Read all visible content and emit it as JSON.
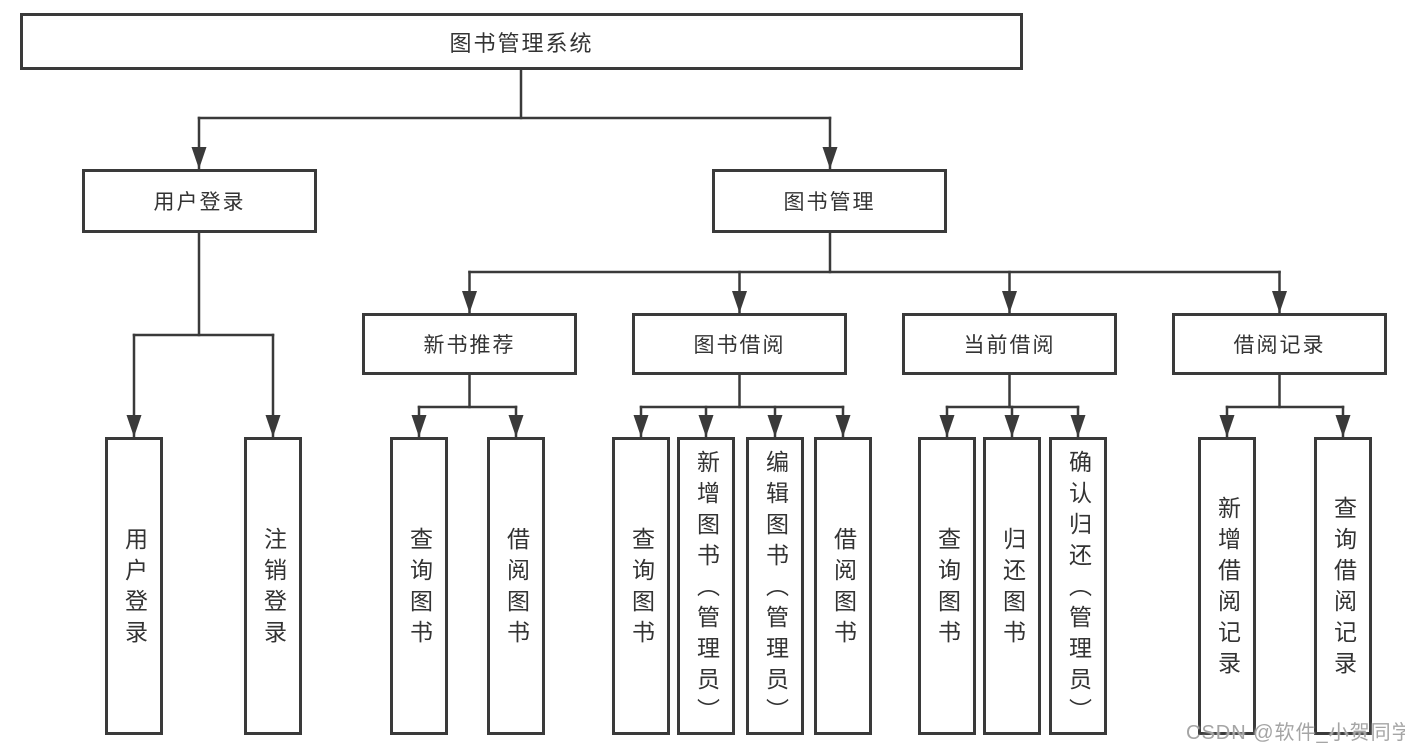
{
  "diagram_type": "hierarchy-tree",
  "colors": {
    "line": "#3a3a3a",
    "box_border": "#3a3a3a",
    "text": "#333333",
    "background": "#ffffff",
    "watermark": "#a5a5a5"
  },
  "tree": {
    "label": "图书管理系统",
    "children": [
      {
        "label": "用户登录",
        "children": [
          {
            "label": "用户登录"
          },
          {
            "label": "注销登录"
          }
        ]
      },
      {
        "label": "图书管理",
        "children": [
          {
            "label": "新书推荐",
            "children": [
              {
                "label": "查询图书"
              },
              {
                "label": "借阅图书"
              }
            ]
          },
          {
            "label": "图书借阅",
            "children": [
              {
                "label": "查询图书"
              },
              {
                "label": "新增图书（管理员）"
              },
              {
                "label": "编辑图书（管理员）"
              },
              {
                "label": "借阅图书"
              }
            ]
          },
          {
            "label": "当前借阅",
            "children": [
              {
                "label": "查询图书"
              },
              {
                "label": "归还图书"
              },
              {
                "label": "确认归还（管理员）"
              }
            ]
          },
          {
            "label": "借阅记录",
            "children": [
              {
                "label": "新增借阅记录"
              },
              {
                "label": "查询借阅记录"
              }
            ]
          }
        ]
      }
    ]
  },
  "watermark": {
    "text": "CSDN @软件_小贺同学"
  }
}
